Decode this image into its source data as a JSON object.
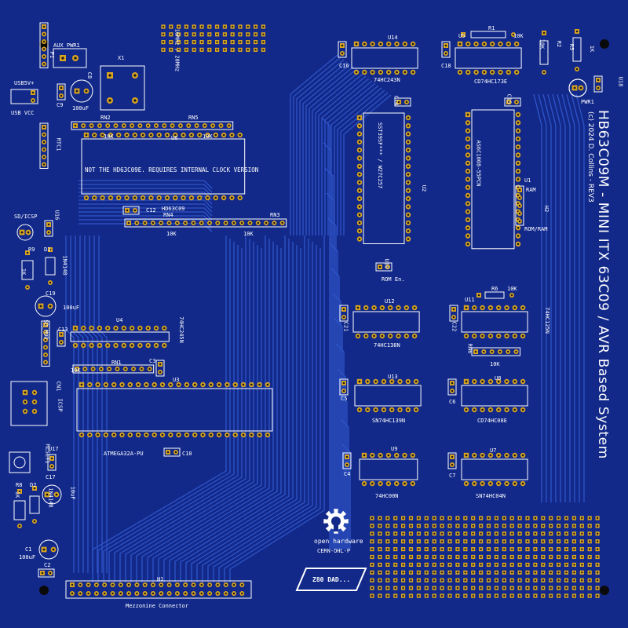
{
  "board": {
    "title": "HB63C09M - MINI ITX 63C09 / AVR Based System",
    "copyright": "(c) 2024 D. Collins - REV3",
    "warning": "NOT THE HD63C09E. REQUIRES INTERNAL CLOCK VERSION",
    "open_hw_line1": "open hardware",
    "open_hw_line2": "CERN-OHL-P",
    "logo_text": "Z80 DAD...",
    "colors": {
      "board": "#12298a",
      "trace": "#2f55c8",
      "silk": "#ffffff",
      "pad": "#d9a521"
    }
  },
  "labels": {
    "aux_pwr": "AUX_PWR1",
    "p1": "P1",
    "c8": "C8",
    "c8_val": "100uF",
    "c9": "C9",
    "usb5v": "USB5V+",
    "usbvcc": "USB VCC",
    "x1": "X1",
    "freq": "16MHz / 20MHz",
    "rn2": "RN2",
    "rn5": "RN5",
    "rn2_val": "10K",
    "rn5_val": "10K",
    "u6": "U6",
    "rtc1": "RTC1",
    "hd63c09": "HD63C09",
    "c12": "C12",
    "rn4": "RN4",
    "rn3": "RN3",
    "rn4_val": "10K",
    "rn3_val": "10K",
    "sd_icsp": "SD/ICSP",
    "u16": "U16",
    "r9": "R9",
    "d3": "D3",
    "r9_val": "1K",
    "d3_val": "1N4148",
    "c19": "C19",
    "c19_val": "100uF",
    "sd_mod": "SD_MOD",
    "c13": "C13",
    "u4": "U4",
    "u4_part": "74HC245N",
    "c3": "C3",
    "rn1": "RN1",
    "rn1_val": "10K",
    "u3": "U3",
    "cn1": "CN1",
    "icsp": "ICSP",
    "atmega": "ATMEGA32A-PU",
    "c10": "C10",
    "reset": "RESET1",
    "u17": "U17",
    "c17": "C17",
    "c17_val": "10uF",
    "r8": "R8",
    "d2": "D2",
    "r8_val": "1K",
    "d2_val": "1N4148",
    "c1": "C1",
    "c1_val": "100uF",
    "c2": "C2",
    "h1": "H1",
    "mezz": "Mezzonine Connector",
    "u14": "U14",
    "u14_part": "74HC243N",
    "c16": "C16",
    "c14": "C14",
    "u5": "U5",
    "r1": "R1",
    "r1_val": "10K",
    "r2": "R2",
    "r2_val": "10K",
    "r5": "R5",
    "r5_val": "1K",
    "c18": "C18",
    "cd74hc173e": "CD74HC173E",
    "u18": "U18",
    "pwr1": "PWR1",
    "c15": "C15",
    "sst": "SST39SF*** / W27C257",
    "u2": "U2",
    "as6c": "AS6C1008-55PCN",
    "u1": "U1",
    "u10": "U10",
    "rom_en": "ROM En.",
    "ram": "RAM",
    "h2": "H2",
    "rom_ram": "ROM/RAM",
    "u12": "U12",
    "u12_part": "74HC138N",
    "c21": "C21",
    "u11": "U11",
    "r6": "R6",
    "r6_val": "10K",
    "c22": "C22",
    "u11_part": "74HC125N",
    "rn6": "RN6",
    "rn6_val": "10K",
    "u13": "U13",
    "u13_part": "SN74HC139N",
    "c5": "C5",
    "u8": "U8",
    "u8_part": "CD74HC08E",
    "c6": "C6",
    "u9": "U9",
    "u9_part": "74HC00N",
    "c4": "C4",
    "u7": "U7",
    "u7_part": "SN74HC04N",
    "c7": "C7"
  }
}
